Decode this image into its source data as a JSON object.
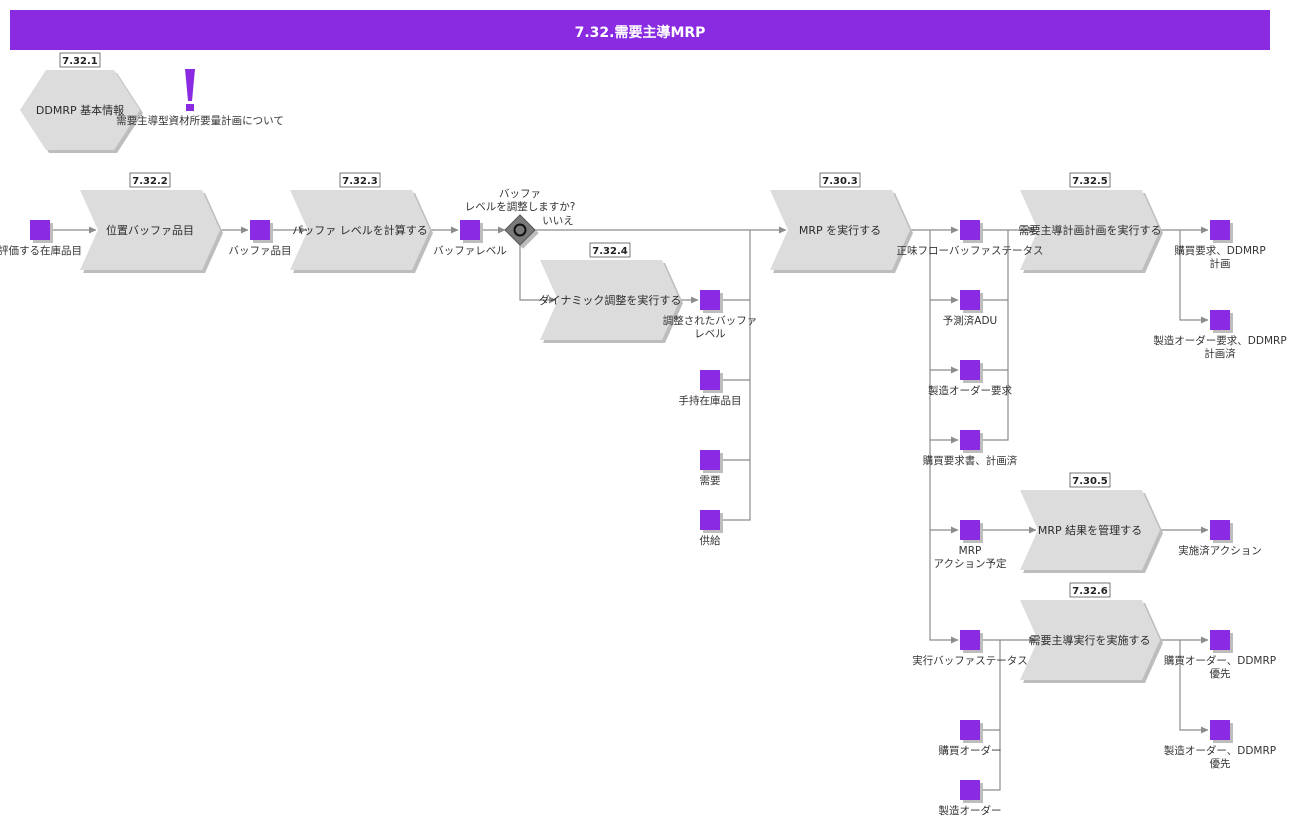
{
  "title": "7.32.需要主導MRP",
  "colors": {
    "accent": "#8a2be2",
    "process": "#dcdcdc",
    "connector": "#8c8c8c"
  },
  "intro": {
    "hex_id": "7.32.1",
    "hex_label": "DDMRP 基本情報",
    "note_icon": "exclamation-icon",
    "note_text": "需要主導型資材所要量計画について"
  },
  "processes": {
    "p1": {
      "id": "7.32.2",
      "label": "位置バッファ品目"
    },
    "p2": {
      "id": "7.32.3",
      "label": "バッファ レベルを計算する"
    },
    "p3": {
      "id": "7.32.4",
      "label": "ダイナミック調整を実行する"
    },
    "p4": {
      "id": "7.30.3",
      "label": "MRP を実行する"
    },
    "p5": {
      "id": "7.32.5",
      "label": "需要主導計画計画を実行する"
    },
    "p6": {
      "id": "7.30.5",
      "label": "MRP 結果を管理する"
    },
    "p7": {
      "id": "7.32.6",
      "label": "需要主導実行を実施する"
    }
  },
  "gateway": {
    "question": [
      "バッファ",
      "レベルを調整しますか?"
    ],
    "no_label": "いいえ"
  },
  "data_objects": {
    "d1": [
      "評価する在庫品目"
    ],
    "d2": [
      "バッファ品目"
    ],
    "d3": [
      "バッファレベル"
    ],
    "d4": [
      "調整されたバッファ",
      "レベル"
    ],
    "d5": [
      "手持在庫品目"
    ],
    "d6": [
      "需要"
    ],
    "d7": [
      "供給"
    ],
    "d8": [
      "正味フローバッファステータス"
    ],
    "d9": [
      "予測済ADU"
    ],
    "d10": [
      "製造オーダー要求"
    ],
    "d11": [
      "購買要求書、計画済"
    ],
    "d12": [
      "MRP",
      "アクション予定"
    ],
    "d13": [
      "実行バッファステータス"
    ],
    "d14": [
      "購買オーダー"
    ],
    "d15": [
      "製造オーダー"
    ],
    "d16": [
      "購買要求、DDMRP",
      "計画"
    ],
    "d17": [
      "製造オーダー要求、DDMRP",
      "計画済"
    ],
    "d18": [
      "実施済アクション"
    ],
    "d19": [
      "購買オーダー、DDMRP",
      "優先"
    ],
    "d20": [
      "製造オーダー、DDMRP",
      "優先"
    ]
  }
}
